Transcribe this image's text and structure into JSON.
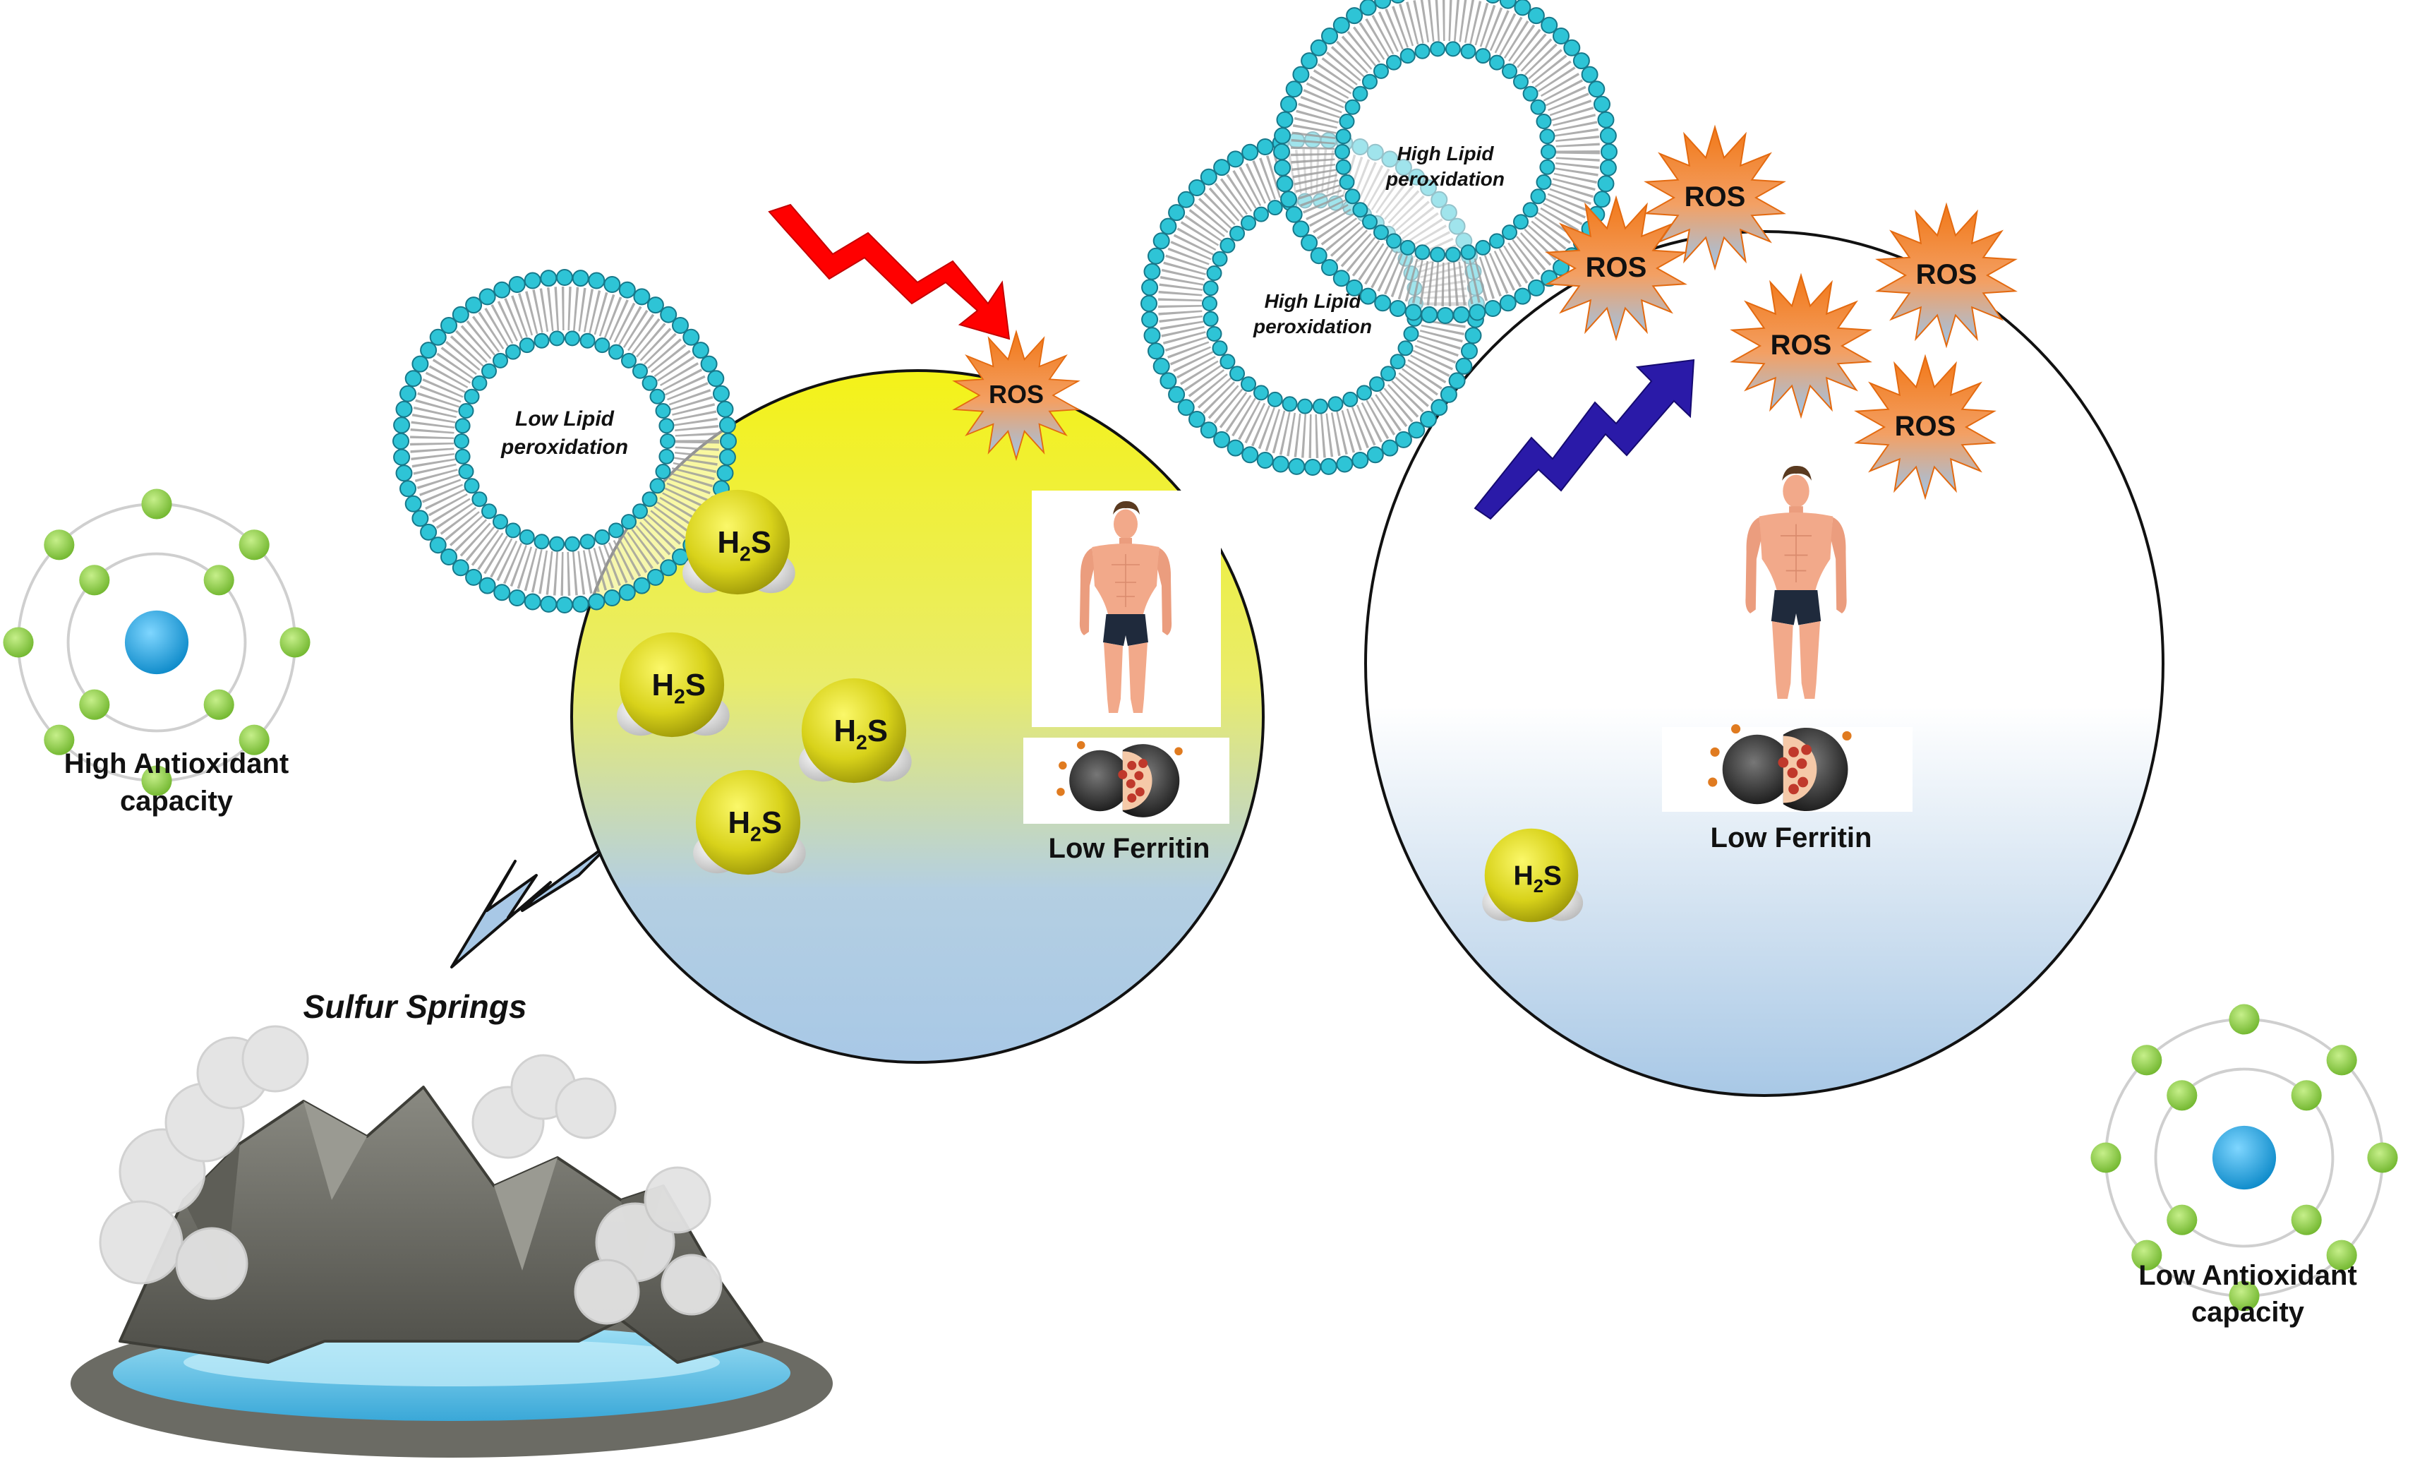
{
  "colors": {
    "membrane_head": "#2ec4d6",
    "membrane_outline": "#16788a",
    "yellow_cell_top": "#f2f21a",
    "cell_blue": "#a9c9e6",
    "ros_orange": "#f07a1e",
    "ros_blue": "#9cc2e5",
    "h2s_yellow": "#e6e020",
    "red_arrow": "#ff0000",
    "blue_arrow": "#2a1aa8",
    "electron_green": "#8ccf4a",
    "nucleus_blue": "#1aa2e0"
  },
  "labels": {
    "ros": "ROS",
    "h2s_main": "H",
    "h2s_sub": "2",
    "h2s_tail": "S",
    "low_lipid_line1": "Low Lipid",
    "low_lipid_line2": "peroxidation",
    "high_lipid_line1": "High Lipid",
    "high_lipid_line2": "peroxidation",
    "low_ferritin": "Low Ferritin",
    "high_antioxidant_line1": "High Antioxidant",
    "high_antioxidant_line2": "capacity",
    "low_antioxidant_line1": "Low Antioxidant",
    "low_antioxidant_line2": "capacity",
    "sulfur_springs": "Sulfur Springs"
  },
  "icons": {
    "membrane": "lipid-bilayer-vesicle-icon",
    "antioxidant": "atom-icon",
    "ferritin": "ferritin-cross-section-icon",
    "human": "human-body-icon",
    "spring": "hot-spring-icon"
  }
}
